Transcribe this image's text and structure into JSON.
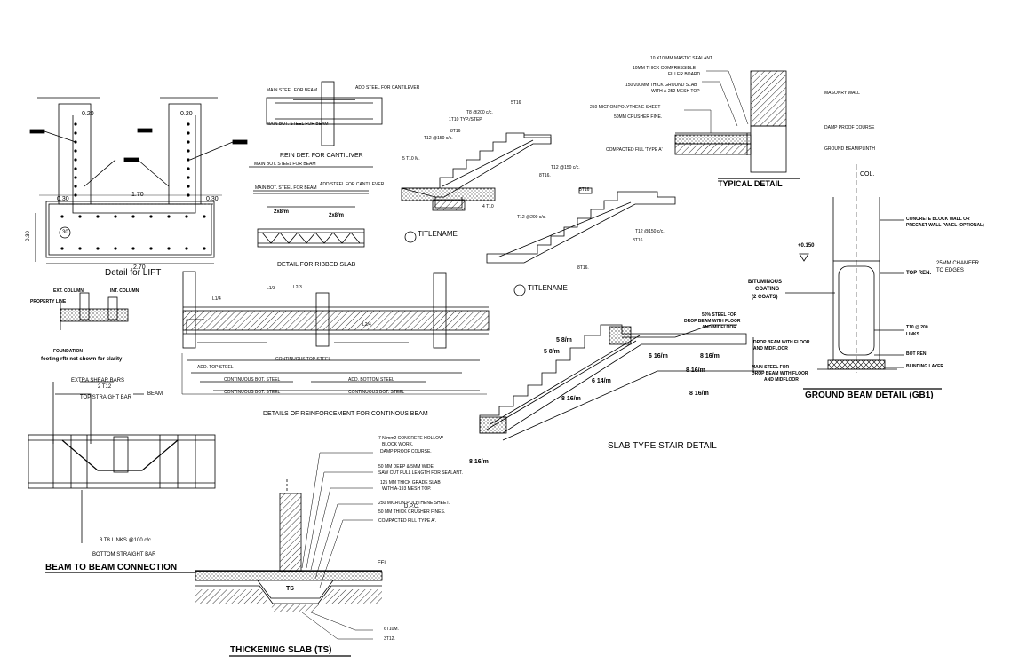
{
  "lift": {
    "title": "Detail for LIFT",
    "dim_left": "0.20",
    "dim_right": "0.20",
    "dim_width": "1.70",
    "dim_side_l": "0.30",
    "dim_side_r": "0.30",
    "dim_base": "2.70",
    "dim_height": "0.30",
    "marker": "30"
  },
  "cantilever": {
    "top_label": "MAIN STEEL FOR BEAM",
    "top_right": "ADD STEEL FOR CANTILEVER",
    "mid_label": "MAIN BOT. STEEL FOR BEAM",
    "title": "REIN DET. FOR CANTILIVER",
    "l1": "MAIN BOT. STEEL FOR BEAM",
    "l2": "MAIN BOT. STEEL FOR BEAM",
    "l3": "ADD STEEL FOR CANTILEVER"
  },
  "ribbed": {
    "title": "DETAIL FOR RIBBED SLAB",
    "d1": "2x8/m",
    "d2": "2x8/m"
  },
  "stair_a": {
    "title": "TITLENAME",
    "labels": [
      "5T16",
      "T8 @200 c/c.",
      "1T10 TYP./STEP",
      "8T16",
      "T12 @150 c/c.",
      "5 T10 M.",
      "T12 @150 c/c.",
      "8T16.",
      "4 T10"
    ]
  },
  "stair_b": {
    "title": "TITLENAME",
    "labels": [
      "5T16",
      "T12 @200 c/c.",
      "T12 @150 c/c.",
      "8T16.",
      "8T16."
    ]
  },
  "typical": {
    "title": "TYPICAL DETAIL",
    "labels": [
      "10 X10 MM MASTIC SEALANT",
      "10MM THICK COMPRESSIBLE",
      "FILLER BOARD",
      "150/200MM THICK GROUND SLAB",
      "WITH A-252 MESH TOP",
      "250 MICRON POLYTHENE SHEET",
      "50MM CRUSHER FINE.",
      "COMPACTED FILL 'TYPE A'"
    ],
    "right": [
      "MASONRY WALL",
      "DAMP PROOF COURSE",
      "GROUND BEAM/PLINTH"
    ]
  },
  "ground_beam": {
    "title": "GROUND BEAM DETAIL (GB1)",
    "col": "COL.",
    "l1": "CONCRETE BLOCK WALL OR",
    "l2": "PRECAST WALL PANEL (OPTIONAL)",
    "level": "+0.150",
    "bit1": "BITUMINOUS",
    "bit2": "COATING",
    "bit3": "(2 COATS)",
    "top": "TOP REN.",
    "chamfer1": "25MM CHAMFER",
    "chamfer2": "TO EDGES",
    "links1": "T10 @ 200",
    "links2": "LINKS",
    "bot": "BOT REN",
    "blind": "BLINDING LAYER"
  },
  "continuous": {
    "title": "DETAILS OF REINFORCEMENT FOR CONTINOUS BEAM",
    "ext_column": "EXT. COLUMN",
    "int_column": "INT. COLUMN",
    "prop_line": "PROPERTY LINE",
    "foundation": "FOUNDATION",
    "note": "footing rftr not shown for clarity",
    "labels": [
      "CONTINUOUS TOP STEEL",
      "ADD. TOP STEEL",
      "CONTINUOUS BOT. STEEL",
      "ADD. BOTTOM STEEL",
      "CONTINUOUS BOT. STEEL",
      "CONTINUOUS BOT. STEEL"
    ],
    "dims": [
      "L1/4",
      "L1/3",
      "L2/3",
      "L2/4"
    ]
  },
  "slab_stair": {
    "title": "SLAB TYPE STAIR DETAIL",
    "bars": [
      "5 8/m",
      "5 8/m",
      "6 16/m",
      "8 16/m",
      "6 14/m",
      "8 16/m",
      "8 16/m",
      "8 16/m",
      "8 16/m"
    ],
    "notes": [
      "50% STEEL FOR",
      "DROP BEAM WITH FLOOR",
      "AND MIDFLOOR",
      "DROP BEAM WITH FLOOR",
      "AND MIDFLOOR",
      "MAIN STEEL FOR",
      "DROP BEAM WITH FLOOR",
      "AND MIDFLOOR"
    ]
  },
  "beam_conn": {
    "title": "BEAM TO BEAM CONNECTION",
    "extra": "EXTRA SHEAR BARS",
    "extra2": "2 T12",
    "beam": "BEAM",
    "top": "TOP STRAIGHT BAR",
    "links": "3 T8 LINKS @100 c/c.",
    "bottom": "BOTTOM STRAIGHT BAR"
  },
  "thickening": {
    "title": "THICKENING SLAB (TS)",
    "notes": [
      "7 N/mm2 CONCRETE HOLLOW",
      "BLOCK WORK.",
      "DAMP PROOF COURSE.",
      "50 MM DEEP & 5MM WIDE",
      "SAW CUT FULL LENGTH FOR SEALANT.",
      "125 MM THICK GRADE SLAB",
      "WITH A-193 MESH TOP.",
      "250 MICRON POLYTHENE SHEET.",
      "50 MM THICK CRUSHER FINES.",
      "COMPACTED FILL 'TYPE A'."
    ],
    "ts": "TS",
    "ffl": "FFL",
    "dpc": "D.P.C.",
    "bot1": "6T10M.",
    "bot2": "3T12."
  }
}
